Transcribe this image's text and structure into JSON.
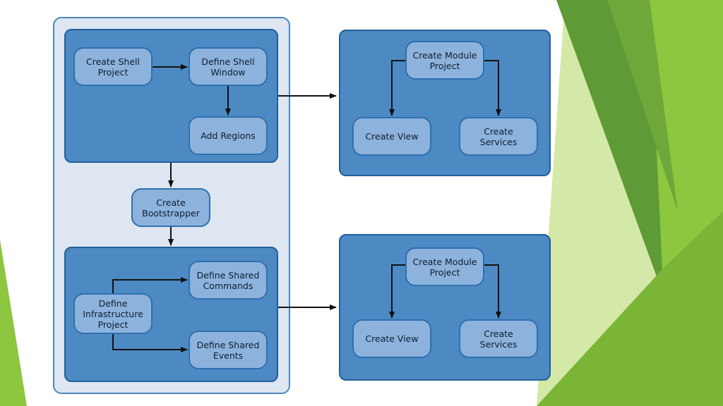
{
  "colors": {
    "outer_panel": "#dde6f1",
    "container_fill": "#4d8ac4",
    "node_fill": "#8db3dc",
    "border": "#1f5f9a",
    "arrow": "#111111",
    "green_light": "#c9df9a",
    "green_mid": "#8dc63f",
    "green_dark": "#5e9a35"
  },
  "shell": {
    "create_shell_project": "Create Shell\nProject",
    "define_shell_window": "Define Shell\nWindow",
    "add_regions": "Add Regions"
  },
  "bootstrapper": {
    "create_bootstrapper": "Create\nBootstrapper"
  },
  "infrastructure": {
    "define_infrastructure_project": "Define\nInfrastructure\nProject",
    "define_shared_commands": "Define Shared\nCommands",
    "define_shared_events": "Define Shared\nEvents"
  },
  "module_1": {
    "create_module_project": "Create Module\nProject",
    "create_view": "Create View",
    "create_services": "Create Services"
  },
  "module_2": {
    "create_module_project": "Create Module\nProject",
    "create_view": "Create View",
    "create_services": "Create Services"
  }
}
